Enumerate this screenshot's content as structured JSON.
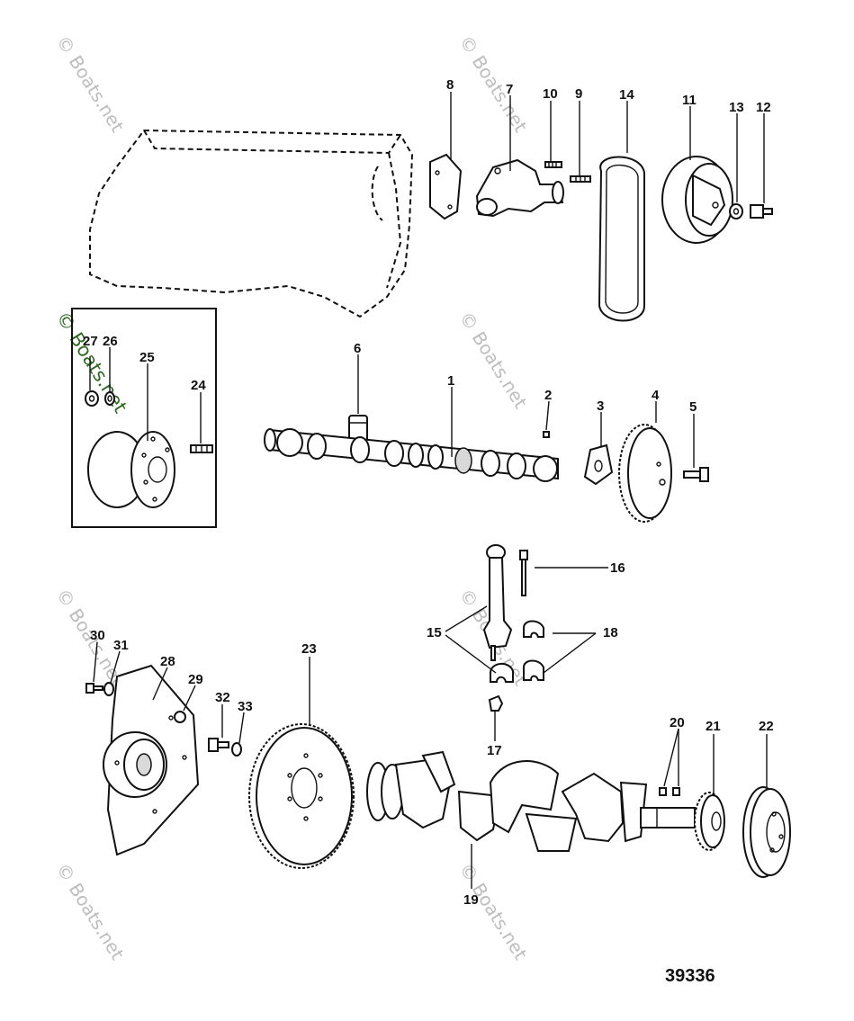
{
  "diagram": {
    "part_numbers": [
      "1",
      "2",
      "3",
      "4",
      "5",
      "6",
      "7",
      "8",
      "9",
      "10",
      "11",
      "12",
      "13",
      "14",
      "15",
      "16",
      "17",
      "18",
      "19",
      "20",
      "21",
      "22",
      "23",
      "24",
      "25",
      "26",
      "27",
      "28",
      "29",
      "30",
      "31",
      "32",
      "33"
    ],
    "diagram_number": "39336"
  },
  "watermark": {
    "text": "© Boats.net"
  },
  "colors": {
    "line": "#111111",
    "watermark": "#bdbdbd",
    "watermark_highlight": "#2d6a1f"
  }
}
